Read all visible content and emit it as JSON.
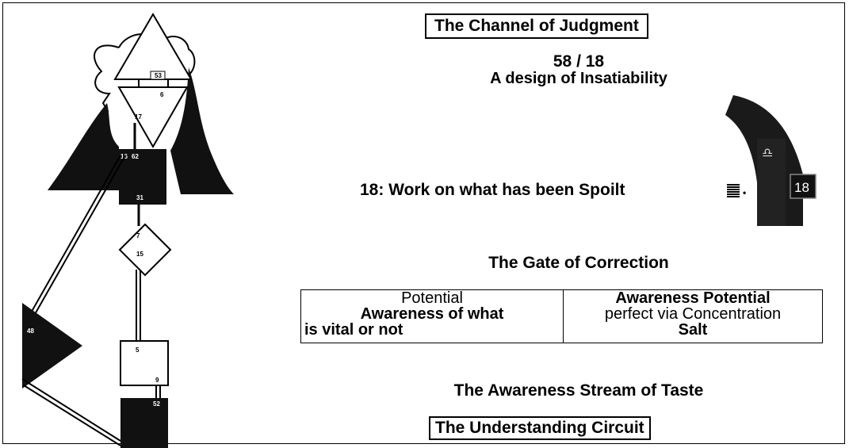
{
  "channel": {
    "title": "The Channel of Judgment",
    "numbers": "58 / 18",
    "subtitle": "A design of Insatiability"
  },
  "gate": {
    "line": "18: Work on what has been Spoilt",
    "name": "The Gate of Correction",
    "wheel_number": "18"
  },
  "table": {
    "left": {
      "line1": "Potential",
      "line2": "Awareness of what",
      "line3": "is vital or not"
    },
    "right": {
      "line1": "Awareness Potential",
      "line2": "perfect via Concentration",
      "line3": "Salt"
    }
  },
  "stream": "The Awareness Stream of Taste",
  "circuit": "The Understanding Circuit",
  "bodygraph": {
    "gates": {
      "g53": "53",
      "g6": "6",
      "g17": "17",
      "g16": "16",
      "g62": "62",
      "g31": "31",
      "g7": "7",
      "g15": "15",
      "g48": "48",
      "g5": "5",
      "g9": "9",
      "g52": "52"
    }
  },
  "colors": {
    "defined": "#111111",
    "channel": "#000000",
    "background": "#ffffff",
    "wheel": "#1a1a1a"
  }
}
